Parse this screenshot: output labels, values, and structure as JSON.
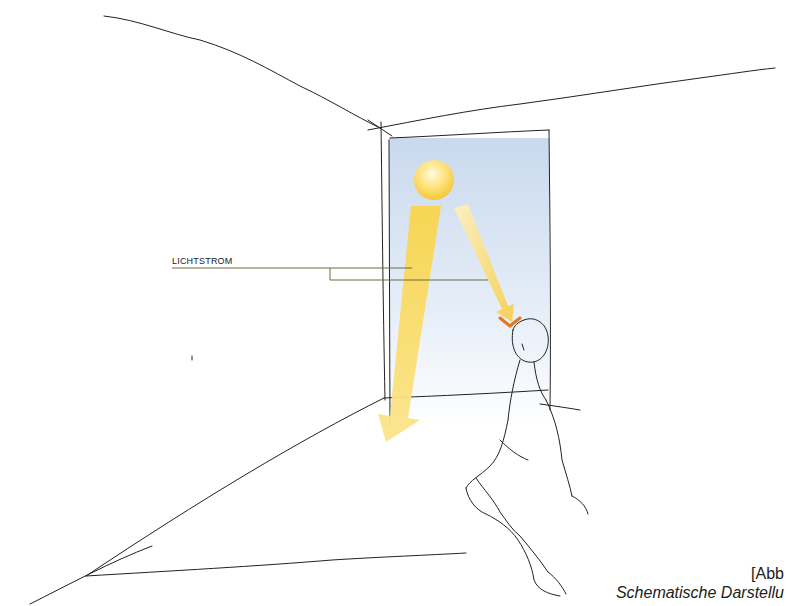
{
  "diagram": {
    "labels": [
      "LICHTSTROM",
      "[Abb",
      "Schematische Darstellu"
    ]
  }
}
